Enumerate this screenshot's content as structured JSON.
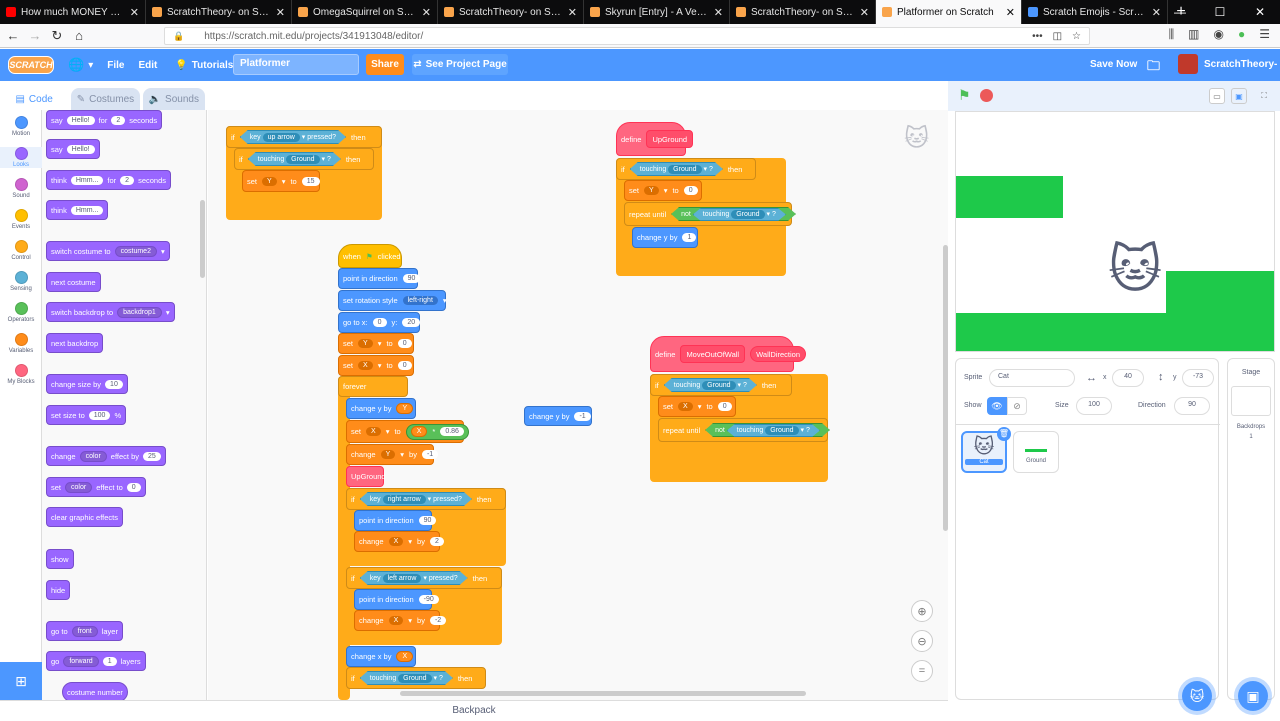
{
  "browser": {
    "tabs": [
      {
        "title": "How much MONEY did my Ir"
      },
      {
        "title": "ScratchTheory- on Scratch"
      },
      {
        "title": "OmegaSquirrel on Scratch"
      },
      {
        "title": "ScratchTheory- on Scratch"
      },
      {
        "title": "Skyrun [Entry] - A Vector Gam"
      },
      {
        "title": "ScratchTheory- on Scratch"
      },
      {
        "title": "Platformer on Scratch"
      },
      {
        "title": "Scratch Emojis - Scratch Wiki"
      }
    ],
    "url": "https://scratch.mit.edu/projects/341913048/editor/"
  },
  "menu": {
    "logo": "SCRATCH",
    "file": "File",
    "edit": "Edit",
    "tutorials": "Tutorials",
    "project_title": "Platformer",
    "share": "Share",
    "see_project": "See Project Page",
    "save_now": "Save Now",
    "username": "ScratchTheory-"
  },
  "editor_tabs": {
    "code": "Code",
    "costumes": "Costumes",
    "sounds": "Sounds"
  },
  "categories": [
    {
      "label": "Motion",
      "color": "#4c97ff"
    },
    {
      "label": "Looks",
      "color": "#9966ff"
    },
    {
      "label": "Sound",
      "color": "#cf63cf"
    },
    {
      "label": "Events",
      "color": "#ffbf00"
    },
    {
      "label": "Control",
      "color": "#ffab19"
    },
    {
      "label": "Sensing",
      "color": "#5cb1d6"
    },
    {
      "label": "Operators",
      "color": "#59c059"
    },
    {
      "label": "Variables",
      "color": "#ff8c1a"
    },
    {
      "label": "My Blocks",
      "color": "#ff6680"
    }
  ],
  "palette": {
    "say_for": {
      "a": "say",
      "b": "Hello!",
      "c": "for",
      "d": "2",
      "e": "seconds"
    },
    "say": {
      "a": "say",
      "b": "Hello!"
    },
    "think_for": {
      "a": "think",
      "b": "Hmm...",
      "c": "for",
      "d": "2",
      "e": "seconds"
    },
    "think": {
      "a": "think",
      "b": "Hmm..."
    },
    "switch_costume": {
      "a": "switch costume to",
      "b": "costume2"
    },
    "next_costume": "next costume",
    "switch_backdrop": {
      "a": "switch backdrop to",
      "b": "backdrop1"
    },
    "next_backdrop": "next backdrop",
    "change_size": {
      "a": "change size by",
      "b": "10"
    },
    "set_size": {
      "a": "set size to",
      "b": "100",
      "c": "%"
    },
    "change_effect": {
      "a": "change",
      "b": "color",
      "c": "effect by",
      "d": "25"
    },
    "set_effect": {
      "a": "set",
      "b": "color",
      "c": "effect to",
      "d": "0"
    },
    "clear_effects": "clear graphic effects",
    "show": "show",
    "hide": "hide",
    "go_to_layer": {
      "a": "go to",
      "b": "front",
      "c": "layer"
    },
    "go_layers": {
      "a": "go",
      "b": "forward",
      "c": "1",
      "d": "layers"
    },
    "costume_number": "costume  number"
  },
  "script1": {
    "if": "if",
    "key": "key",
    "up_arrow": "up arrow",
    "pressed": "pressed?",
    "then": "then",
    "touching": "touching",
    "ground": "Ground",
    "q": "?",
    "set": "set",
    "y": "Y",
    "to": "to",
    "val": "15"
  },
  "script2": {
    "when": "when",
    "clicked": "clicked",
    "point": "point in direction",
    "dir90": "90",
    "rot": "set rotation style",
    "leftright": "left-right",
    "goto": "go to x:",
    "x0": "0",
    "ylbl": "y:",
    "y20": "20",
    "set": "set",
    "Y": "Y",
    "X": "X",
    "to": "to",
    "zero": "0",
    "forever": "forever",
    "changey": "change y by",
    "changex": "change x by",
    "times": "*",
    "fric": "0.86",
    "change": "change",
    "by": "by",
    "neg1": "-1",
    "upground": "UpGround",
    "if": "if",
    "key": "key",
    "right": "right arrow",
    "left": "left arrow",
    "pressed": "pressed?",
    "then": "then",
    "two": "2",
    "neg2": "-2",
    "neg90": "-90",
    "touching": "touching",
    "ground": "Ground",
    "q": "?"
  },
  "loose": {
    "a": "change y by",
    "b": "-1"
  },
  "def_up": {
    "define": "define",
    "name": "UpGround",
    "if": "if",
    "touching": "touching",
    "ground": "Ground",
    "q": "?",
    "then": "then",
    "set": "set",
    "y": "Y",
    "to": "to",
    "zero": "0",
    "repeat": "repeat until",
    "not": "not",
    "changey": "change y by",
    "one": "1"
  },
  "def_move": {
    "define": "define",
    "name": "MoveOutOfWall",
    "arg": "WallDirection",
    "if": "if",
    "touching": "touching",
    "ground": "Ground",
    "q": "?",
    "then": "then",
    "set": "set",
    "x": "X",
    "to": "to",
    "zero": "0",
    "repeat": "repeat until",
    "not": "not"
  },
  "backpack": "Backpack",
  "sprite_info": {
    "sprite_label": "Sprite",
    "sprite_name": "Cat",
    "x_label": "x",
    "x_val": "40",
    "y_label": "y",
    "y_val": "-73",
    "show_label": "Show",
    "size_label": "Size",
    "size_val": "100",
    "direction_label": "Direction",
    "direction_val": "90"
  },
  "sprites": [
    {
      "name": "Cat"
    },
    {
      "name": "Ground"
    }
  ],
  "stage_panel": {
    "title": "Stage",
    "backdrops_label": "Backdrops",
    "backdrops_count": "1"
  },
  "colors": {
    "accent": "#4c97ff",
    "ground": "#1ec94a"
  }
}
